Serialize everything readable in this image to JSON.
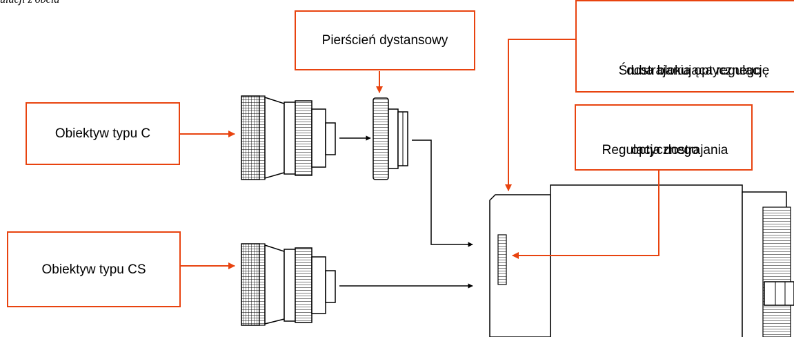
{
  "header": {
    "cut_text": "ulacji z obcia"
  },
  "labels": {
    "lens_c": "Obiektyw typu C",
    "lens_cs": "Obiektyw typu CS",
    "spacer_ring": "Pierścień dystansowy",
    "lock_screw_line1": "Śruba blokująca regulację",
    "lock_screw_line2": "dostrajania optycznego",
    "adjust_line1": "Regulacja dostrajania",
    "adjust_line2": "optycznego"
  },
  "colors": {
    "accent": "#e8430f",
    "line": "#000000"
  }
}
